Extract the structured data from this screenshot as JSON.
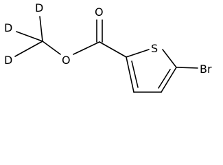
{
  "molecule": {
    "atoms": {
      "deuterium_1": "D",
      "deuterium_2": "D",
      "deuterium_3": "D",
      "ester_oxygen": "O",
      "carbonyl_oxygen": "O",
      "ring_sulfur": "S",
      "bromine": "Br"
    }
  }
}
